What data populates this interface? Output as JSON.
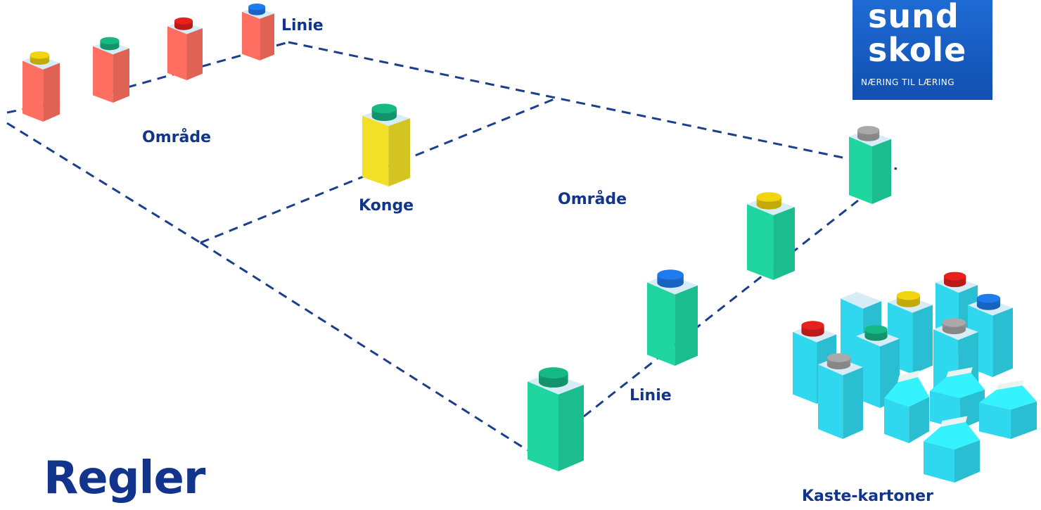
{
  "title": "Regler",
  "labels": {
    "line_top": "Linie",
    "area_left": "Område",
    "king": "Konge",
    "area_right": "Område",
    "line_bottom": "Linie",
    "throw_cartons": "Kaste-kartoner"
  },
  "logo": {
    "word_top": "sund",
    "word_bottom": "skole",
    "tagline": "NÆRING TIL LÆRING"
  },
  "colors": {
    "label_text": "#10358a",
    "dash_line": "#1b3f8c",
    "team_red_carton": "#ff6f61",
    "team_green_carton": "#1fd6a0",
    "king_carton": "#f2e027",
    "throw_carton": "#2fd8ee",
    "cap_yellow": "#f3d50f",
    "cap_green": "#16b883",
    "cap_red": "#e8201e",
    "cap_blue": "#1e7cf0",
    "cap_gray": "#a9a9a9",
    "logo_bg": "#1a5ec4"
  }
}
